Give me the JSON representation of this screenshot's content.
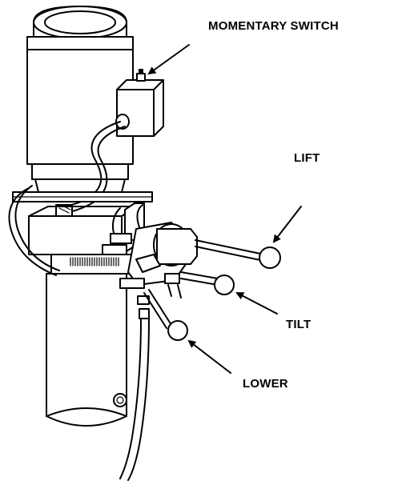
{
  "labels": {
    "momentary_switch": "MOMENTARY SWITCH",
    "lift": "LIFT",
    "tilt": "TILT",
    "lower": "LOWER"
  },
  "colors": {
    "ink": "#000000",
    "paper": "#ffffff"
  }
}
